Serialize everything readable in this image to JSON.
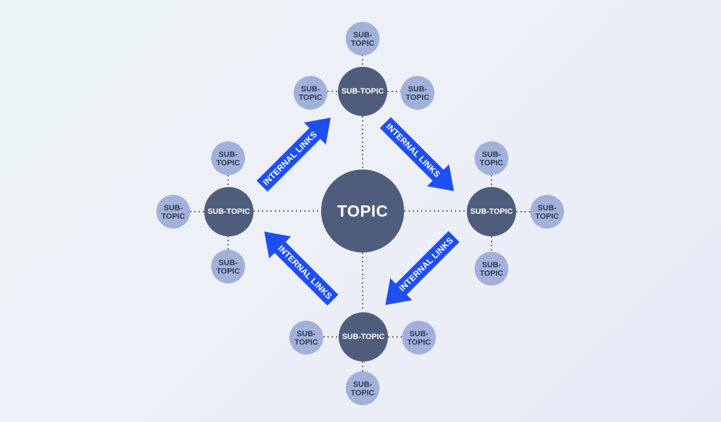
{
  "topic_label": "TOPIC",
  "subtopic_label": "SUB-TOPIC",
  "leaf_label": "SUB-TOPIC",
  "arrow_label": "INTERNAL LINKS",
  "colors": {
    "dark_node": "#4f5d7d",
    "light_node": "#a1b1da",
    "arrow": "#1f4ff0",
    "connector": "#6b7280"
  }
}
